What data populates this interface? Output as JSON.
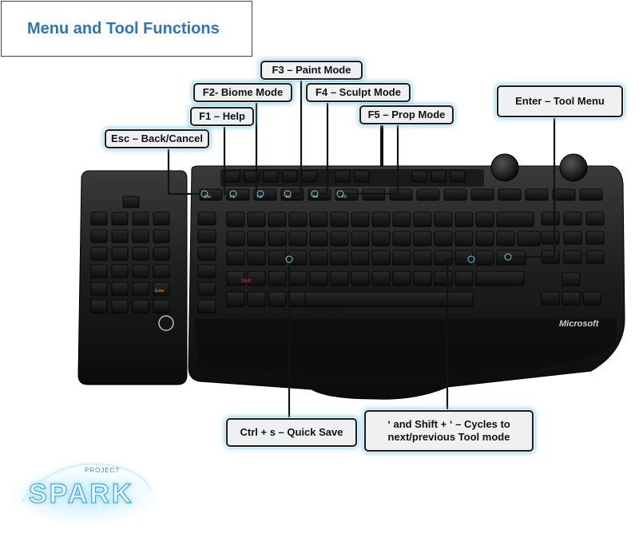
{
  "title": "Menu and Tool Functions",
  "callouts": {
    "esc": "Esc – Back/Cancel",
    "f1": "F1 – Help",
    "f2": "F2- Biome Mode",
    "f3": "F3 – Paint Mode",
    "f4": "F4 – Sculpt Mode",
    "f5": "F5 – Prop Mode",
    "enter": "Enter – Tool Menu",
    "ctrl_s": "Ctrl + s – Quick Save",
    "cycle_line1": "‘ and Shift + ‘ – Cycles to",
    "cycle_line2": "next/previous Tool mode"
  },
  "keyboard": {
    "brand": "Microsoft",
    "keys": {
      "esc": "Esc",
      "f1": "F1",
      "f2": "F2",
      "f3": "F3",
      "f4": "F4",
      "f5": "F5",
      "shift": "Shift",
      "enter": "Enter"
    }
  },
  "logo": {
    "small": "PROJECT",
    "big": "SPARK"
  },
  "colors": {
    "title": "#2e75b6",
    "glow": "#5dc3e6",
    "key_glyph": "#e23b3b",
    "numpad_glyph": "#f0a030"
  }
}
